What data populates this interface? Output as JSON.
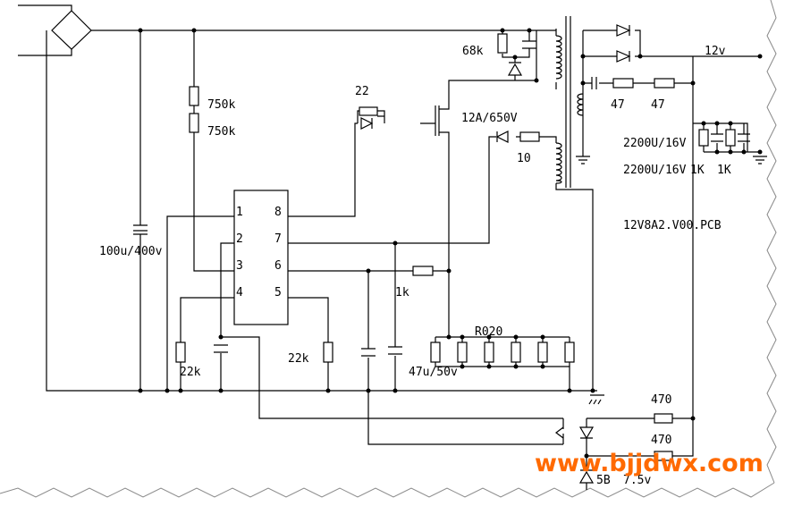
{
  "labels": {
    "r_68k": "68k",
    "r_22": "22",
    "r_750k_1": "750k",
    "r_750k_2": "750k",
    "mosfet": "12A/650V",
    "r_10": "10",
    "out_12v": "12v",
    "r_47_1": "47",
    "r_47_2": "47",
    "cap_2200_1": "2200U/16V",
    "cap_2200_2": "2200U/16V",
    "r_1k_a": "1K",
    "r_1k_b": "1K",
    "pcb": "12V8A2.V00.PCB",
    "cap_100u": "100u/400v",
    "r_1k_small": "1k",
    "r_sense": "R020",
    "r_22k_1": "22k",
    "r_22k_2": "22k",
    "cap_47u": "47u/50v",
    "r_470_1": "470",
    "r_470_2": "470",
    "zener_5b": "5B",
    "v_7_5": "7.5v"
  },
  "ic_pins": [
    "1",
    "2",
    "3",
    "4",
    "5",
    "6",
    "7",
    "8"
  ],
  "watermark": "www.bjjdwx.com"
}
